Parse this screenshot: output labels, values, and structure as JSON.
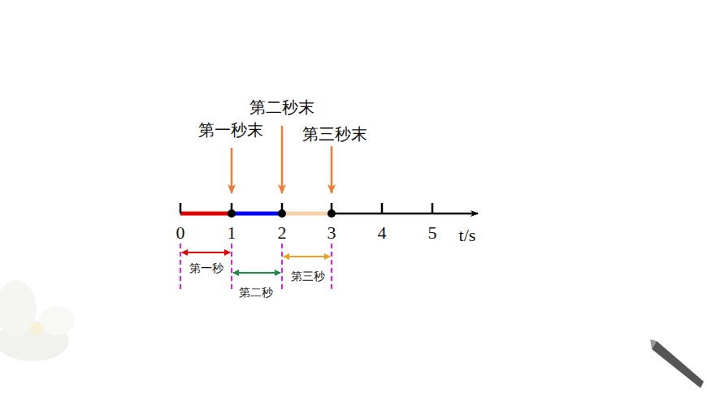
{
  "diagram": {
    "labels": [
      "第二秒末",
      "第一秒末",
      "第三秒末",
      "0",
      "1",
      "2",
      "3",
      "4",
      "5",
      "t/s",
      "第一秒",
      "第二秒",
      "第三秒"
    ]
  }
}
